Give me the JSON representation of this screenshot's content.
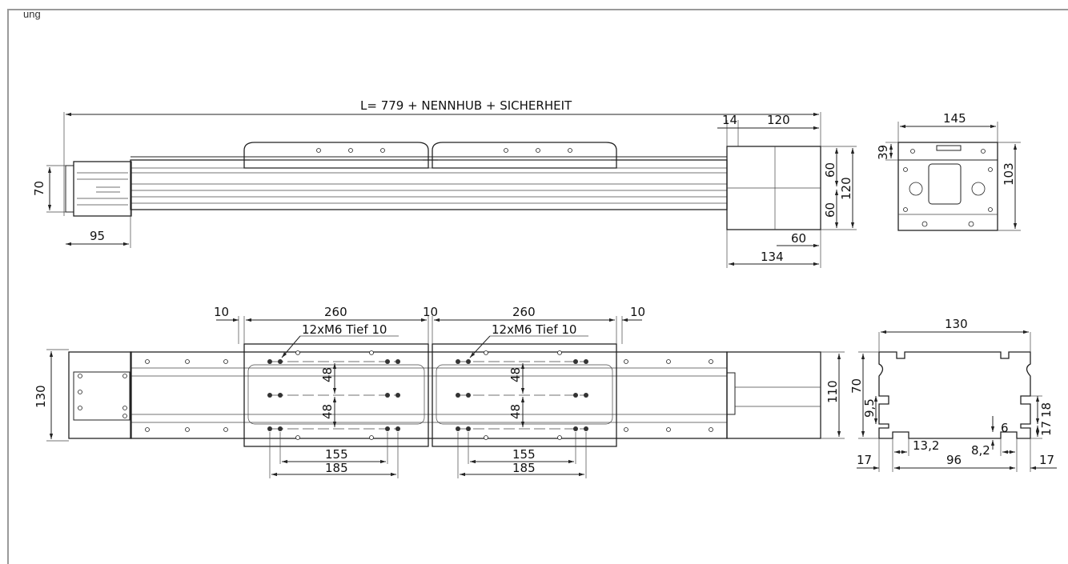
{
  "header": {
    "title": "ung"
  },
  "top_view": {
    "overall_length": "L= 779 + NENNHUB + SICHERHEIT",
    "height_left": "70",
    "end_cap_len": "95",
    "motor_offset": "14",
    "motor_len": "120",
    "motor_half_top": "60",
    "motor_half_bottom": "60",
    "motor_height": "120",
    "motor_inner": "60",
    "motor_total": "134"
  },
  "end_view_top": {
    "width": "145",
    "offset": "39",
    "height": "103"
  },
  "bottom_view": {
    "gap_left": "10",
    "carriage1_len": "260",
    "gap_mid": "10",
    "carriage2_len": "260",
    "gap_right": "10",
    "holes1_label": "12xM6 Tief 10",
    "holes2_label": "12xM6 Tief 10",
    "hole_pitch_a": "48",
    "hole_pitch_b": "48",
    "hole_pitch_c": "48",
    "span_inner_1": "155",
    "span_outer_1": "185",
    "span_inner_2": "155",
    "span_outer_2": "185",
    "width_left": "130",
    "motor_height": "110"
  },
  "profile_view": {
    "width": "130",
    "height": "70",
    "slot_offset": "9,5",
    "slot_a": "18",
    "slot_b": "17",
    "slot_depth": "6",
    "edge_left": "17",
    "slot_width_left": "13,2",
    "center": "96",
    "slot_width_right": "8,2",
    "edge_right": "17"
  }
}
